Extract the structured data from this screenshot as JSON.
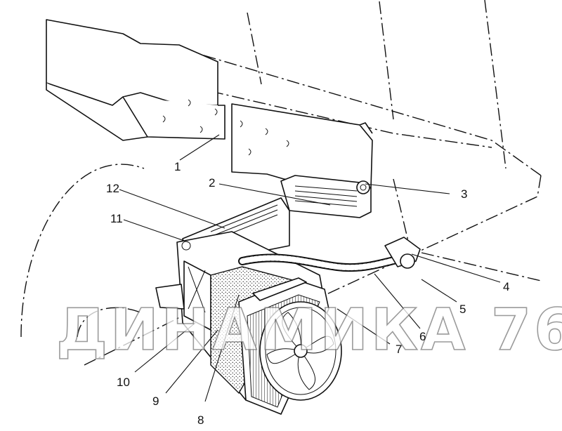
{
  "figure": {
    "watermark": "ДИНАМИКА 76",
    "callouts": [
      {
        "id": "1",
        "text": "1"
      },
      {
        "id": "2",
        "text": "2"
      },
      {
        "id": "3",
        "text": "3"
      },
      {
        "id": "4",
        "text": "4"
      },
      {
        "id": "5",
        "text": "5"
      },
      {
        "id": "6",
        "text": "6"
      },
      {
        "id": "7",
        "text": "7"
      },
      {
        "id": "8",
        "text": "8"
      },
      {
        "id": "9",
        "text": "9"
      },
      {
        "id": "10",
        "text": "10"
      },
      {
        "id": "11",
        "text": "11"
      },
      {
        "id": "12",
        "text": "12"
      }
    ]
  }
}
